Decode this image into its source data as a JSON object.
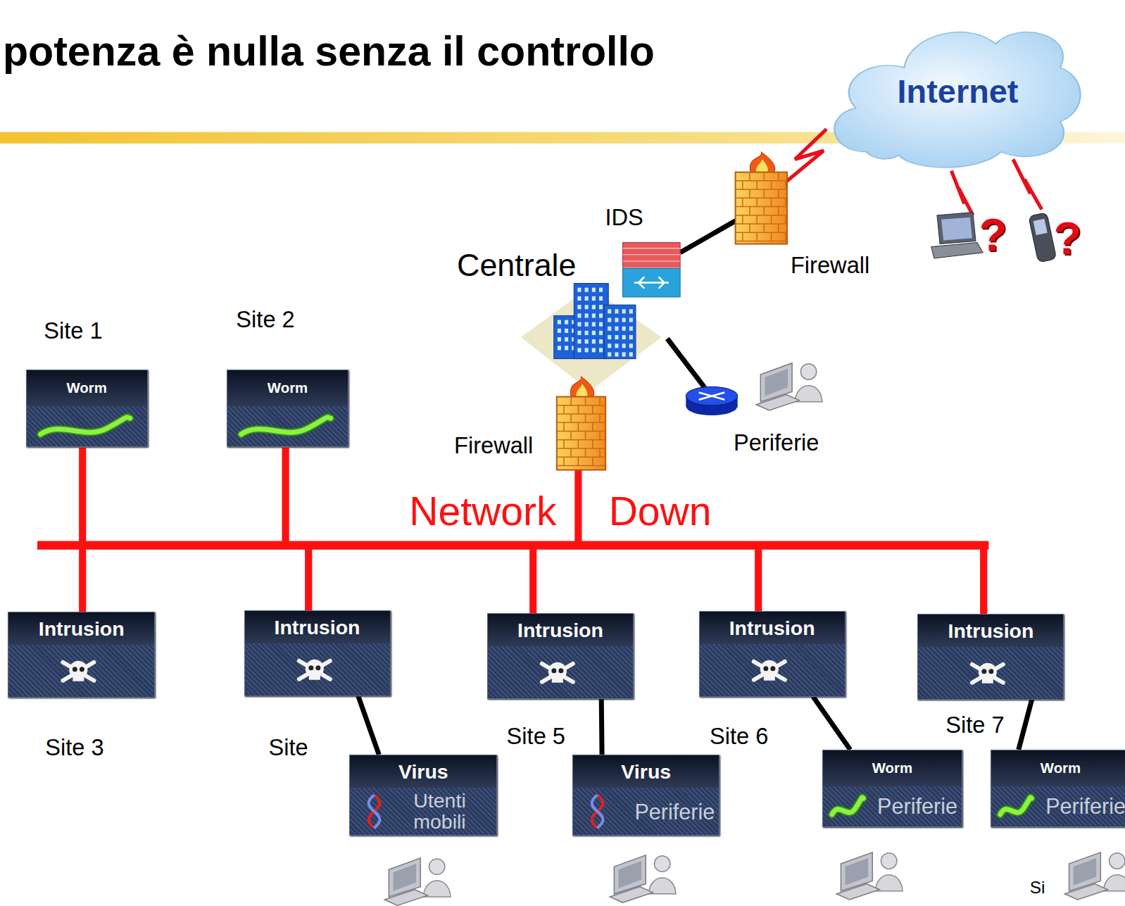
{
  "diagram": {
    "title": "potenza è nulla senza il controllo",
    "nodes": [
      {
        "text": [
          "Internet"
        ]
      },
      {
        "text": [
          "Site 1",
          "Worm"
        ]
      },
      {
        "text": [
          "Site 2",
          "Worm"
        ]
      },
      {
        "text": [
          "Intrusion",
          "Site 3"
        ]
      },
      {
        "text": [
          "Intrusion",
          "Site"
        ]
      },
      {
        "text": [
          "Intrusion",
          "Site 5"
        ]
      },
      {
        "text": [
          "Intrusion",
          "Site 6"
        ]
      },
      {
        "text": [
          "Intrusion",
          "Site 7"
        ]
      },
      {
        "text": [
          "Virus",
          "Utenti mobili"
        ]
      },
      {
        "text": [
          "Virus",
          "Periferie"
        ]
      },
      {
        "text": [
          "Worm",
          "Periferie"
        ]
      },
      {
        "text": [
          "Worm",
          "Periferie"
        ]
      }
    ],
    "edges": [
      {
        "from": 4,
        "to": 8,
        "arrow": "none"
      },
      {
        "from": 5,
        "to": 9,
        "arrow": "none"
      },
      {
        "from": 6,
        "to": 10,
        "arrow": "none"
      },
      {
        "from": 7,
        "to": 11,
        "arrow": "none"
      }
    ],
    "labels": [
      "IDS",
      "Centrale",
      "Firewall",
      "Firewall",
      "Periferie",
      "Network",
      "Down",
      "?",
      "?",
      "Si"
    ]
  }
}
